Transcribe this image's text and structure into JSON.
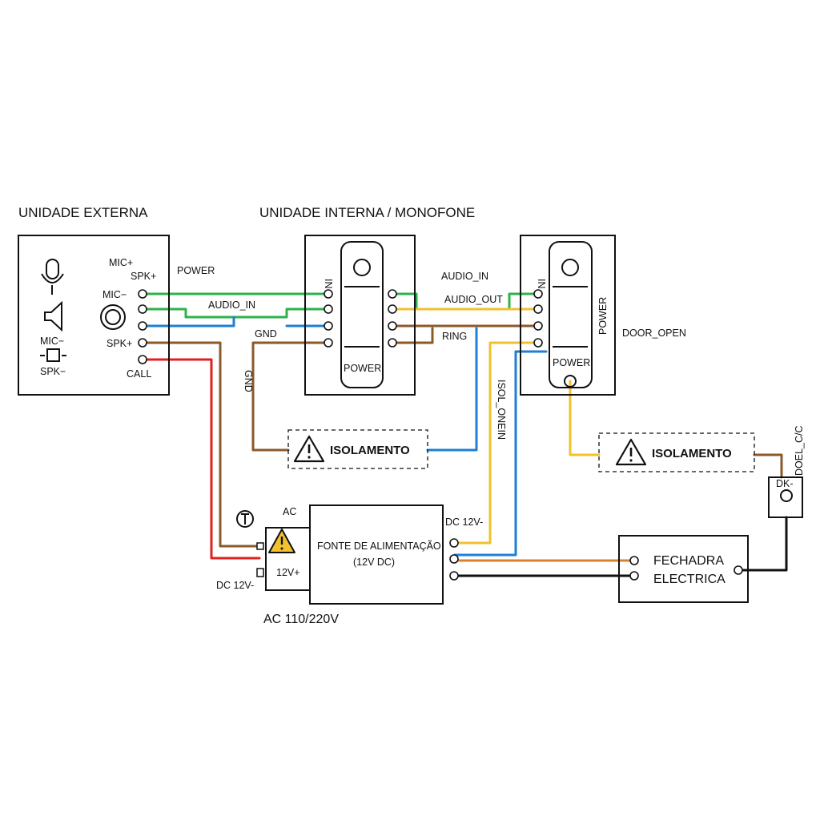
{
  "colors": {
    "green": "#2db34a",
    "blue": "#1e7fd6",
    "brown": "#8b5a2b",
    "yellow": "#f2c12e",
    "red": "#e02020",
    "orange": "#d9822b",
    "black": "#111111"
  },
  "icons": [
    "microphone-icon",
    "speaker-icon",
    "warning-triangle-icon",
    "fuse-icon"
  ],
  "titles": {
    "external": "UNIDADE EXTERNA",
    "internal": "UNIDADE INTERNA / MONOFONE"
  },
  "external_unit": {
    "mic_plus": "MIC+",
    "spk_plus_top": "SPK+",
    "mic_minus": "MIC−",
    "spk_plus": "SPK+",
    "call": "CALL",
    "mic_minus_left": "MIC−",
    "spk_minus_left": "SPK−",
    "power": "POWER"
  },
  "wires": {
    "audio_in": "AUDIO_IN",
    "gnd": "GND",
    "gnd_vertical": "GND",
    "audio_in_right": "AUDIO_IN",
    "audio_out": "AUDIO_OUT",
    "ring": "RING",
    "isol_vertical": "ISOL_ONEIN",
    "door_open": "DOOR_OPEN",
    "doel_vertical": "DOEL_C/C"
  },
  "handset1": {
    "in_label": "IN",
    "power_label": "POWER"
  },
  "handset2": {
    "in_label": "IN",
    "side_label": "POWER",
    "power_label": "POWER"
  },
  "isolation": {
    "left": "ISOLAMENTO",
    "right": "ISOLAMENTO"
  },
  "power_supply": {
    "line1": "FONTE DE ALIMENTAÇÃO",
    "line2": "(12V DC)",
    "ac_label": "AC",
    "v12_plus": "12V+",
    "dc12_minus_left": "DC 12V-",
    "dc12_minus_right": "DC 12V-",
    "ac_input": "AC 110/220V"
  },
  "lock": {
    "line1": "FECHADRA",
    "line2": "ELECTRICA"
  },
  "dk": {
    "label": "DK-"
  }
}
